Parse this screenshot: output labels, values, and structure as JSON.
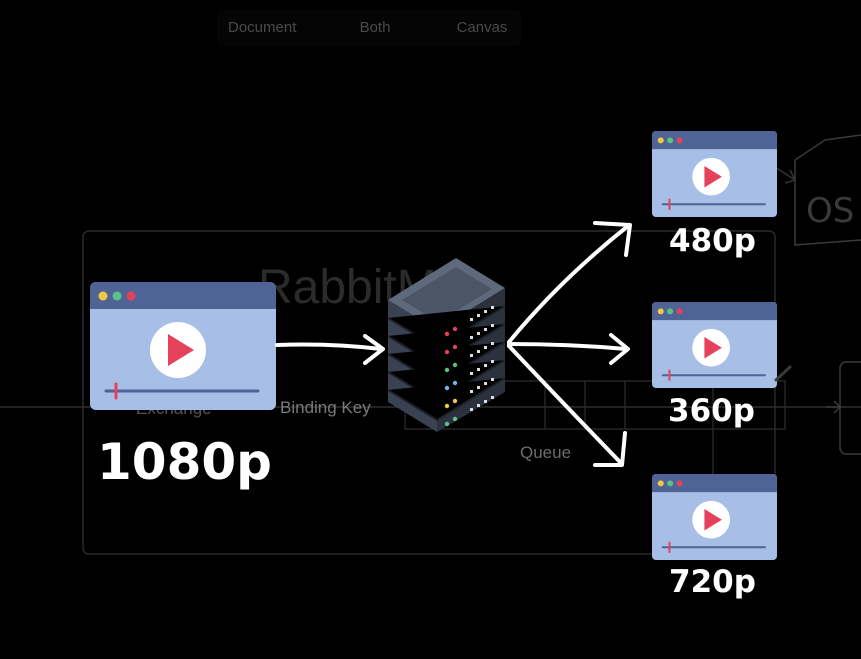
{
  "toolbar": {
    "tabs": [
      "Document",
      "Both",
      "Canvas"
    ]
  },
  "background_diagram": {
    "title_fragment": "RabbitM",
    "labels": {
      "exchange": "Exchange",
      "binding_key": "Binding Key",
      "queue": "Queue"
    },
    "sketch_text": "OS"
  },
  "source_video": {
    "resolution": "1080p"
  },
  "server_icon": "server-rack-icon",
  "outputs": [
    {
      "resolution": "480p"
    },
    {
      "resolution": "360p"
    },
    {
      "resolution": "720p"
    }
  ],
  "colors": {
    "background": "#000000",
    "player_body": "#a7bfe6",
    "player_titlebar": "#4f6394",
    "play_button": "#e5415a",
    "arrow": "#ffffff",
    "faint_line": "#2a2a2a"
  }
}
